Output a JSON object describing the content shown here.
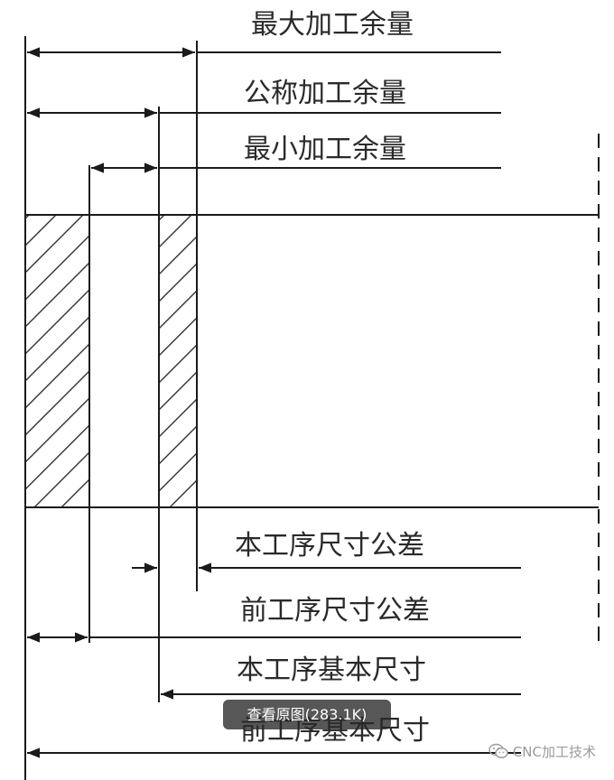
{
  "labels": {
    "max_allowance": "最大加工余量",
    "nominal_allowance": "公称加工余量",
    "min_allowance": "最小加工余量",
    "current_tolerance": "本工序尺寸公差",
    "previous_tolerance": "前工序尺寸公差",
    "current_basic": "本工序基本尺寸",
    "previous_basic": "前工序基本尺寸"
  },
  "overlay": {
    "view_original": "查看原图(283.1K)"
  },
  "watermark": {
    "text": "CNC加工技术",
    "icon": "wechat-icon"
  }
}
